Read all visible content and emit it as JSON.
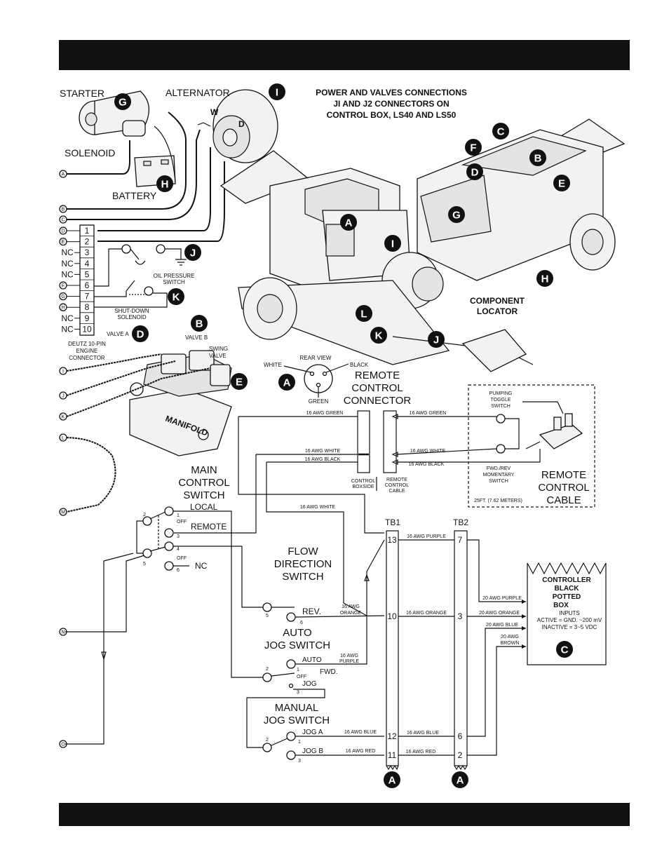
{
  "header": {
    "text": ""
  },
  "footer": {
    "text": ""
  },
  "title": {
    "line1": "POWER AND VALVES CONNECTIONS",
    "line2": "JI AND J2 CONNECTORS ON",
    "line3": "CONTROL BOX, LS40 AND LS50"
  },
  "components": {
    "starter": "STARTER",
    "alternator": "ALTERNATOR",
    "solenoid": "SOLENOID",
    "battery": "BATTERY",
    "alt_w": "W",
    "alt_d": "D",
    "oil_pressure": [
      "OIL PRESSURE",
      "SWITCH"
    ],
    "shutdown": [
      "SHUT-DOWN",
      "SOLENOID"
    ],
    "deutz": [
      "DEUTZ 10-PIN",
      "ENGINE",
      "CONNECTOR"
    ],
    "valve_a": "VALVE A",
    "valve_b": "VALVE B",
    "swing_valve": [
      "SWING",
      "VALVE"
    ],
    "manifold": "MANIFOLD",
    "component_locator": [
      "COMPONENT",
      "LOCATOR"
    ]
  },
  "callouts": [
    "A",
    "B",
    "C",
    "D",
    "E",
    "F",
    "G",
    "H",
    "I",
    "J",
    "K",
    "L"
  ],
  "connector_pins": [
    {
      "left": "D",
      "num": "1"
    },
    {
      "left": "E",
      "num": "2"
    },
    {
      "left": "NC",
      "num": "3"
    },
    {
      "left": "NC",
      "num": "4"
    },
    {
      "left": "NC",
      "num": "5"
    },
    {
      "left": "F",
      "num": "6"
    },
    {
      "left": "G",
      "num": "7"
    },
    {
      "left": "H",
      "num": "8"
    },
    {
      "left": "NC",
      "num": "9"
    },
    {
      "left": "NC",
      "num": "10"
    }
  ],
  "side_nodes": [
    "A",
    "B",
    "C",
    "I",
    "J",
    "K",
    "L",
    "M",
    "N",
    "O"
  ],
  "remote_connector": {
    "rear_view": "REAR VIEW",
    "white": "WHITE",
    "black": "BLACK",
    "green": "GREEN",
    "label": [
      "REMOTE",
      "CONTROL",
      "CONNECTOR"
    ],
    "boxside": [
      "CONTROL",
      "BOXSIDE"
    ],
    "cable_side": [
      "REMOTE",
      "CONTROL",
      "CABLE"
    ]
  },
  "remote_cable": {
    "pumping_toggle": [
      "PUMPING",
      "TOGGLE",
      "SWITCH"
    ],
    "fwd_rev": [
      "FWD./REV",
      "MOMENTARY",
      "SWITCH"
    ],
    "length": "25FT. (7.62 METERS)",
    "label": [
      "REMOTE",
      "CONTROL",
      "CABLE"
    ]
  },
  "wires": {
    "green": "16 AWG GREEN",
    "white": "16 AWG WHITE",
    "black": "16 AWG BLACK",
    "purple": "16 AWG PURPLE",
    "orange": "16 AWG ORANGE",
    "blue": "16 AWG BLUE",
    "red": "16 AWG RED",
    "purple20": "20 AWG PURPLE",
    "orange20": "20 AWG ORANGE",
    "blue20": "20 AWG BLUE",
    "brown20": [
      "20 AWG",
      "BROWN"
    ],
    "orange_split": [
      "16 AWG",
      "ORANGE"
    ],
    "purple_split": [
      "16 AWG",
      "PURPLE"
    ]
  },
  "main_switch": {
    "label": [
      "MAIN",
      "CONTROL",
      "SWITCH"
    ],
    "local": "LOCAL",
    "remote": "REMOTE",
    "off": "OFF",
    "nc": "NC",
    "pins": [
      "2",
      "1",
      "3",
      "4",
      "5",
      "6"
    ]
  },
  "flow_switch": {
    "label": [
      "FLOW",
      "DIRECTION",
      "SWITCH"
    ],
    "rev": "REV.",
    "pins": [
      "5",
      "6"
    ]
  },
  "auto_jog": {
    "label": [
      "AUTO",
      "JOG SWITCH"
    ],
    "auto": "AUTO",
    "fwd": "FWD.",
    "off": "OFF",
    "jog": "JOG",
    "pins": [
      "2",
      "1",
      "3"
    ]
  },
  "manual_jog": {
    "label": [
      "MANUAL",
      "JOG SWITCH"
    ],
    "jog_a": "JOG A",
    "jog_b": "JOG B",
    "pins": [
      "2",
      "1",
      "3"
    ]
  },
  "terminal_blocks": {
    "tb1": "TB1",
    "tb2": "TB2",
    "tb1_pins": [
      "13",
      "10",
      "12",
      "11"
    ],
    "tb2_pins": [
      "7",
      "3",
      "6",
      "2"
    ],
    "bottom": "A"
  },
  "controller": {
    "title": [
      "CONTROLLER",
      "BLACK",
      "POTTED",
      "BOX"
    ],
    "inputs": [
      "INPUTS",
      "ACTIVE = GND. ~200 mV",
      "INACTIVE = 3~5 VDC"
    ]
  }
}
